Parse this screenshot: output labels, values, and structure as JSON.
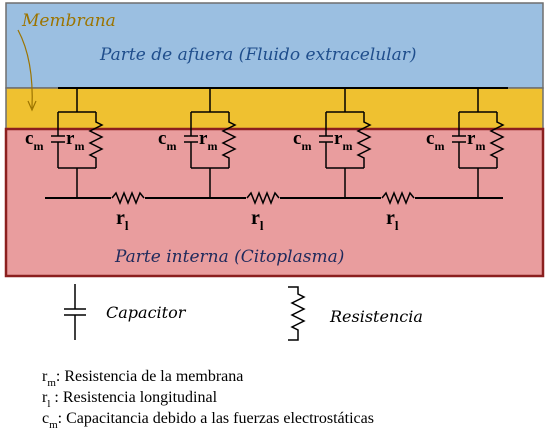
{
  "regions": {
    "outside_label": "Parte de afuera (Fluido extracelular)",
    "inside_label": "Parte interna (Citoplasma)",
    "membrane_label": "Membrana"
  },
  "colors": {
    "outside": "#9bbfe1",
    "membrane": "#efc130",
    "inside": "#e99d9e",
    "inside_border": "#8b1f1f",
    "region_text": "#1f4e8c",
    "membrane_text": "#9c7400",
    "wire": "#000000"
  },
  "circuit": {
    "cm_symbol": "c",
    "cm_sub": "m",
    "rm_symbol": "r",
    "rm_sub": "m",
    "rl_symbol": "r",
    "rl_sub": "l"
  },
  "key": {
    "capacitor_label": "Capacitor",
    "resistor_label": "Resistencia"
  },
  "definitions": [
    {
      "symbol": "r",
      "sub": "m",
      "text": ": Resistencia de la membrana"
    },
    {
      "symbol": "r",
      "sub": "l",
      "text": " : Resistencia longitudinal"
    },
    {
      "symbol": "c",
      "sub": "m",
      "text": ": Capacitancia debido a las fuerzas electrostáticas"
    }
  ]
}
